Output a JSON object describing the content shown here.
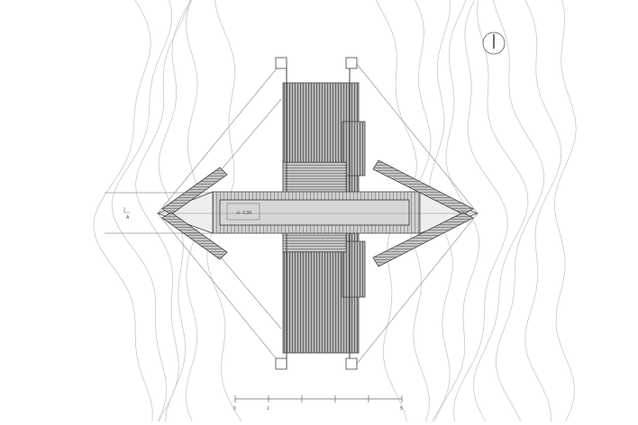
{
  "drawing": {
    "level_label": "+/- 0.00",
    "section_marker": "A",
    "scale_bar": {
      "ticks": [
        "0",
        "1",
        "5"
      ]
    },
    "north_arrow": "north-arrow-icon",
    "colors": {
      "line": "#555555",
      "contour": "#c8c8c8",
      "roof_fill": "#9a9a9a"
    }
  }
}
